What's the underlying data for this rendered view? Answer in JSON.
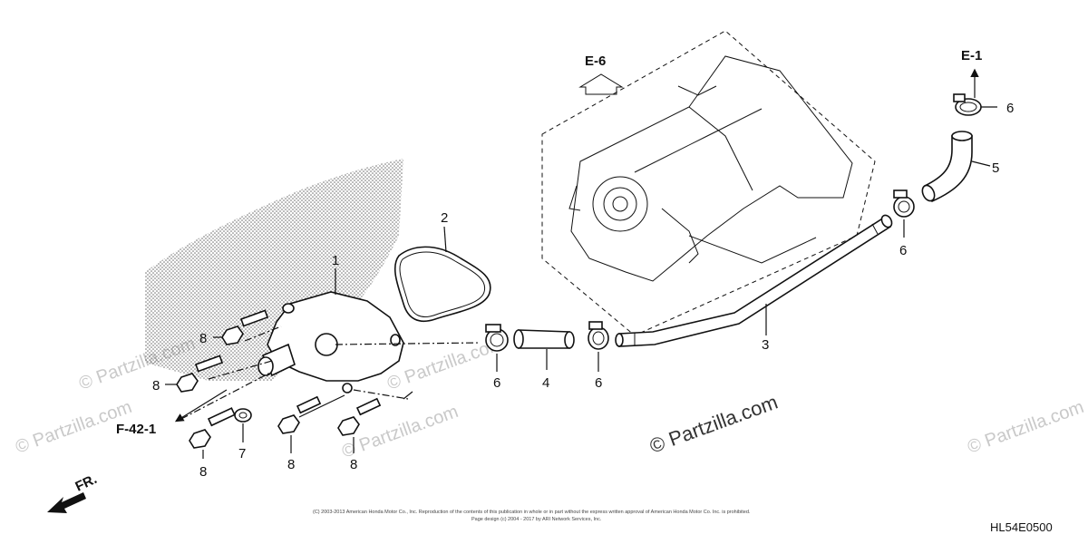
{
  "callouts": {
    "c1": "1",
    "c2": "2",
    "c3": "3",
    "c4": "4",
    "c5": "5",
    "c6a": "6",
    "c6b": "6",
    "c6c": "6",
    "c6d": "6",
    "c7": "7",
    "c8a": "8",
    "c8b": "8",
    "c8c": "8",
    "c8d": "8",
    "c8e": "8"
  },
  "refs": {
    "e6": "E-6",
    "e1": "E-1",
    "f42": "F-42-1",
    "fr": "FR."
  },
  "watermark": {
    "main": "© Partzilla.com",
    "small": "© Partzilla.com"
  },
  "copyright": {
    "line1": "(C) 2003-2013 American Honda Motor Co., Inc. Reproduction of the contents of this publication in whole or in part without the express written approval of American Honda Motor Co. Inc. is prohibited.",
    "line2": "Page design (c) 2004 - 2017 by ARI Network Services, Inc."
  },
  "diagram_code": "HL54E0500"
}
